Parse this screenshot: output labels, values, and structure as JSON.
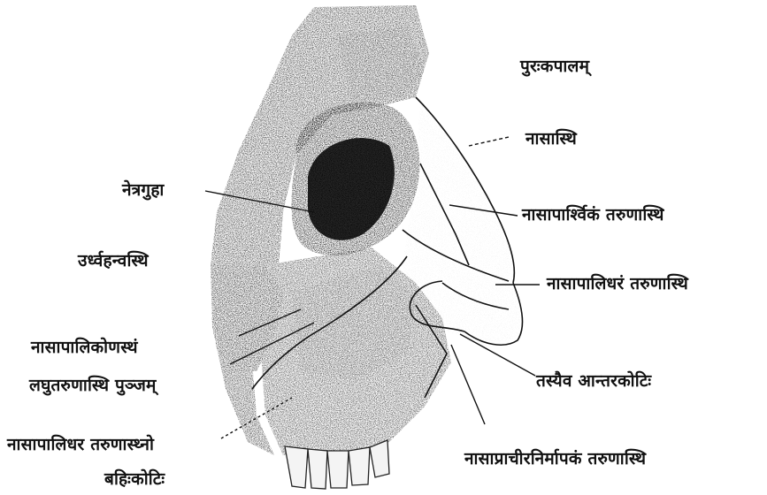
{
  "figure": {
    "type": "anatomical illustration",
    "subject": "nasal skeleton (bone and cartilage), lateral view",
    "ink_color": "#111111",
    "background_color": "#ffffff"
  },
  "labels": {
    "anterior_skull": "पुरःकपालम्",
    "nasal_bone": "नासास्थि",
    "orbit": "नेत्रगुहा",
    "lateral_cartilage": "नासापार्श्विकं तरुणास्थि",
    "maxilla": "उर्ध्वहन्वस्थि",
    "alar_cartilage": "नासापालिधरं तरुणास्थि",
    "lesser_cartilage_line1": "नासापालिकोणस्थं",
    "lesser_cartilage_line2": "लघुतरुणास्थि पुञ्जम्",
    "inner_crus": "तस्यैव आन्तरकोटिः",
    "outer_crus_line1": "नासापालिधर तरुणास्थ्नो",
    "outer_crus_line2": "बहिःकोटिः",
    "septal_cartilage": "नासाप्राचीरनिर्मापकं तरुणास्थि"
  }
}
